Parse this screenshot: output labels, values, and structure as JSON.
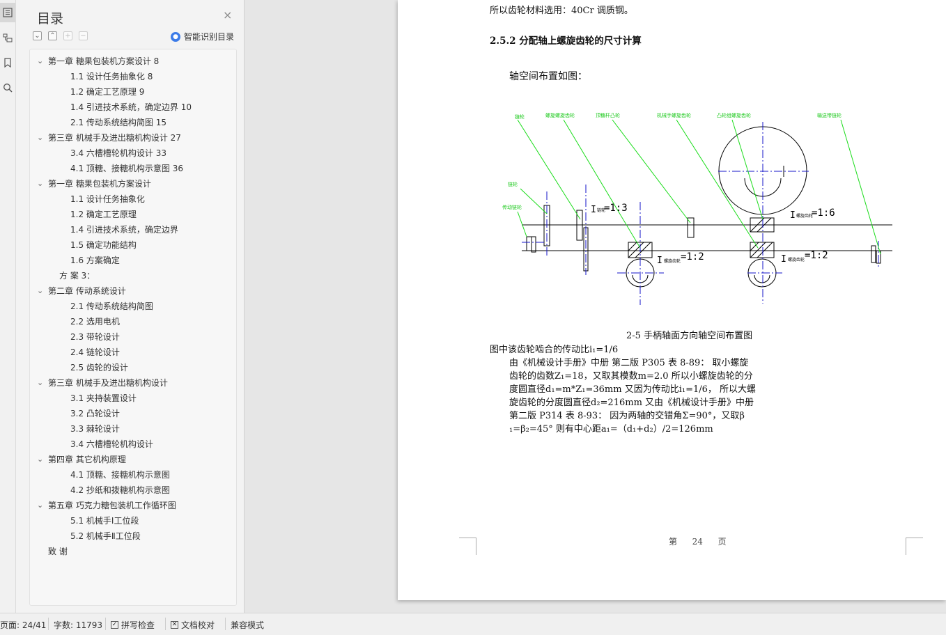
{
  "rail": {
    "icons": [
      "toc-icon",
      "outline-icon",
      "bookmark-icon",
      "search-icon"
    ]
  },
  "toc": {
    "title": "目录",
    "close": "×",
    "smart_label": "智能识别目录",
    "items": [
      {
        "level": 1,
        "text": "第一章 糖果包装机方案设计 8",
        "arrow": true
      },
      {
        "level": 2,
        "text": "1.1 设计任务抽象化 8"
      },
      {
        "level": 2,
        "text": "1.2 确定工艺原理 9"
      },
      {
        "level": 2,
        "text": "1.4 引进技术系统，确定边界 10"
      },
      {
        "level": 2,
        "text": "2.1 传动系统结构简图 15"
      },
      {
        "level": 1,
        "text": "第三章 机械手及进出糖机构设计 27",
        "arrow": true
      },
      {
        "level": 2,
        "text": "3.4 六槽槽轮机构设计 33"
      },
      {
        "level": 2,
        "text": "4.1 顶糖、接糖机构示意图 36"
      },
      {
        "level": 1,
        "text": "第一章 糖果包装机方案设计",
        "arrow": true
      },
      {
        "level": 2,
        "text": "1.1 设计任务抽象化"
      },
      {
        "level": 2,
        "text": "1.2 确定工艺原理"
      },
      {
        "level": 2,
        "text": "1.4 引进技术系统，确定边界"
      },
      {
        "level": 2,
        "text": "1.5 确定功能结构"
      },
      {
        "level": 2,
        "text": "1.6 方案确定"
      },
      {
        "level": 15,
        "text": "方 案 3："
      },
      {
        "level": 1,
        "text": "第二章 传动系统设计",
        "arrow": true
      },
      {
        "level": 2,
        "text": "2.1 传动系统结构简图"
      },
      {
        "level": 2,
        "text": "2.2 选用电机"
      },
      {
        "level": 2,
        "text": "2.3 带轮设计"
      },
      {
        "level": 2,
        "text": "2.4 链轮设计"
      },
      {
        "level": 2,
        "text": "2.5 齿轮的设计"
      },
      {
        "level": 1,
        "text": "第三章 机械手及进出糖机构设计",
        "arrow": true
      },
      {
        "level": 2,
        "text": "3.1 夹持装置设计"
      },
      {
        "level": 2,
        "text": "3.2 凸轮设计"
      },
      {
        "level": 2,
        "text": "3.3 棘轮设计"
      },
      {
        "level": 2,
        "text": "3.4 六槽槽轮机构设计"
      },
      {
        "level": 1,
        "text": "第四章 其它机构原理",
        "arrow": true
      },
      {
        "level": 2,
        "text": "4.1 顶糖、接糖机构示意图"
      },
      {
        "level": 2,
        "text": "4.2 抄纸和拨糖机构示意图"
      },
      {
        "level": 1,
        "text": "第五章 巧克力糖包装机工作循环图",
        "arrow": true
      },
      {
        "level": 2,
        "text": "5.1 机械手Ⅰ工位段"
      },
      {
        "level": 2,
        "text": "5.2 机械手Ⅱ工位段"
      },
      {
        "level": 1,
        "text": "致 谢",
        "arrow": false
      }
    ]
  },
  "doc": {
    "line_top": "所以齿轮材料选用：40Cr 调质钢。",
    "heading": "2.5.2 分配轴上螺旋齿轮的尺寸计算",
    "intro": "轴空间布置如图：",
    "figure": {
      "labels": [
        "链轮",
        "螺旋螺旋齿轮",
        "顶糖杆凸轮",
        "机械手螺旋齿轮",
        "凸轮组螺旋齿轮",
        "输送带链轮",
        "链轮",
        "传动链轮"
      ],
      "ratios": [
        {
          "main": "I",
          "sub": "链轮",
          "value": "=1:3"
        },
        {
          "main": "I",
          "sub": "螺旋齿轮",
          "value": "=1:6"
        },
        {
          "main": "I",
          "sub": "螺旋齿轮",
          "value": "=1:2"
        },
        {
          "main": "I",
          "sub": "螺旋齿轮",
          "value": "=1:2"
        }
      ],
      "caption": "2-5  手柄轴面方向轴空间布置图"
    },
    "body": [
      "图中该齿轮啮合的传动比i₁=1/6",
      "由《机械设计手册》中册  第二版 P305 表 8-89：  取小螺旋",
      "齿轮的齿数Z₁=18，又取其模数m=2.0 所以小螺旋齿轮的分",
      "度圆直径d₁=m*Z₁=36mm 又因为传动比i₁=1/6，  所以大螺",
      "旋齿轮的分度圆直径d₂=216mm 又由《机械设计手册》中册",
      "第二版 P314 表 8-93：  因为两轴的交错角Σ=90°，又取β",
      "₁=β₂=45°    则有中心距a₁=（d₁+d₂）/2=126mm"
    ],
    "footer": {
      "prefix": "第",
      "page": "24",
      "suffix": "页"
    }
  },
  "status": {
    "page": "页面: 24/41",
    "words": "字数: 11793",
    "spell": "拼写检查",
    "proof": "文档校对",
    "compat": "兼容模式"
  }
}
